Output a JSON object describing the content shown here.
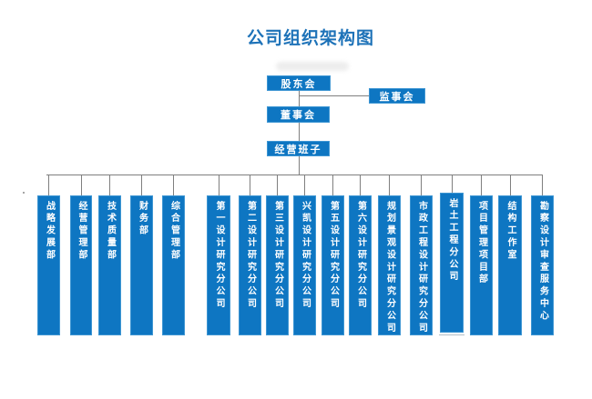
{
  "title": "公司组织架构图",
  "hierarchy": {
    "shareholders": "股东会",
    "supervisory_board": "监事会",
    "board_of_directors": "董事会",
    "management_team": "经营班子"
  },
  "departments": [
    {
      "label": "战略发展部"
    },
    {
      "label": "经营管理部"
    },
    {
      "label": "技术质量部"
    },
    {
      "label": "财务部"
    },
    {
      "label": "综合管理部"
    },
    {
      "label": "第一设计研究分公司"
    },
    {
      "label": "第二设计研究分公司"
    },
    {
      "label": "第三设计研究分公司"
    },
    {
      "label": "兴凯设计研究分公司"
    },
    {
      "label": "第五设计研究分公司"
    },
    {
      "label": "第六设计研究分公司"
    },
    {
      "label": "规划景观设计研究分公司"
    },
    {
      "label": "市政工程设计研究分公司"
    },
    {
      "label": "岩土工程分公司"
    },
    {
      "label": "项目管理项目部"
    },
    {
      "label": "结构工作室"
    },
    {
      "label": "勘察设计审查服务中心"
    }
  ],
  "colors": {
    "box_fill": "#0e76c2",
    "box_border": "#3e96d3",
    "box_text": "#ffffff",
    "connector": "#7f7f7f",
    "title": "#1d72b8"
  }
}
